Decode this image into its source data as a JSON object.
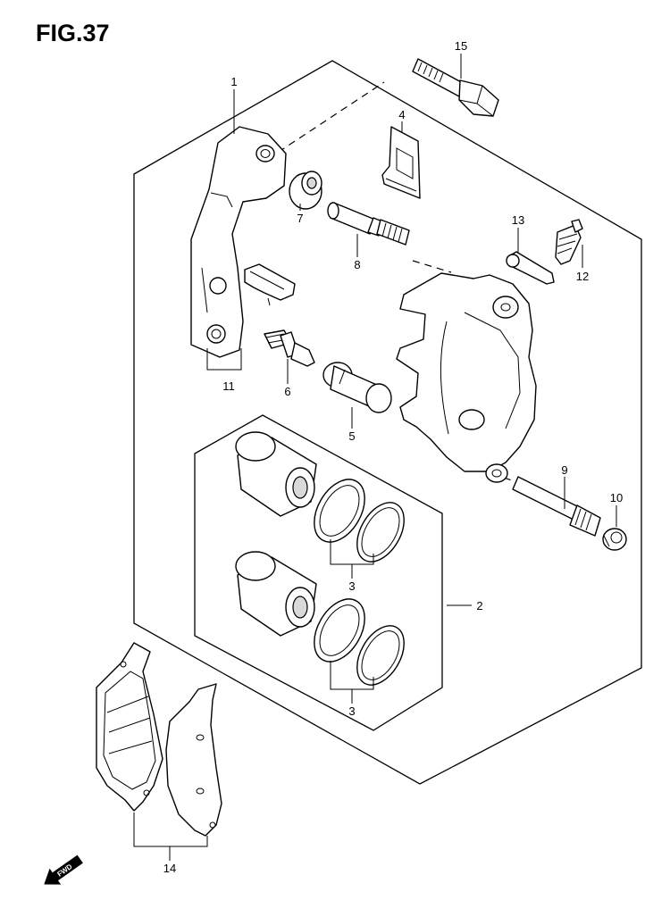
{
  "figure": {
    "title": "FIG.37"
  },
  "callouts": [
    {
      "id": "c1",
      "label": "1"
    },
    {
      "id": "c2",
      "label": "2"
    },
    {
      "id": "c3a",
      "label": "3"
    },
    {
      "id": "c3b",
      "label": "3"
    },
    {
      "id": "c4",
      "label": "4"
    },
    {
      "id": "c5",
      "label": "5"
    },
    {
      "id": "c6",
      "label": "6"
    },
    {
      "id": "c7",
      "label": "7"
    },
    {
      "id": "c8",
      "label": "8"
    },
    {
      "id": "c9",
      "label": "9"
    },
    {
      "id": "c10",
      "label": "10"
    },
    {
      "id": "c11",
      "label": "11"
    },
    {
      "id": "c12",
      "label": "12"
    },
    {
      "id": "c13",
      "label": "13"
    },
    {
      "id": "c14",
      "label": "14"
    },
    {
      "id": "c15",
      "label": "15"
    }
  ],
  "direction_badge": {
    "label": "FWD",
    "icon": "forward-arrow-icon"
  }
}
